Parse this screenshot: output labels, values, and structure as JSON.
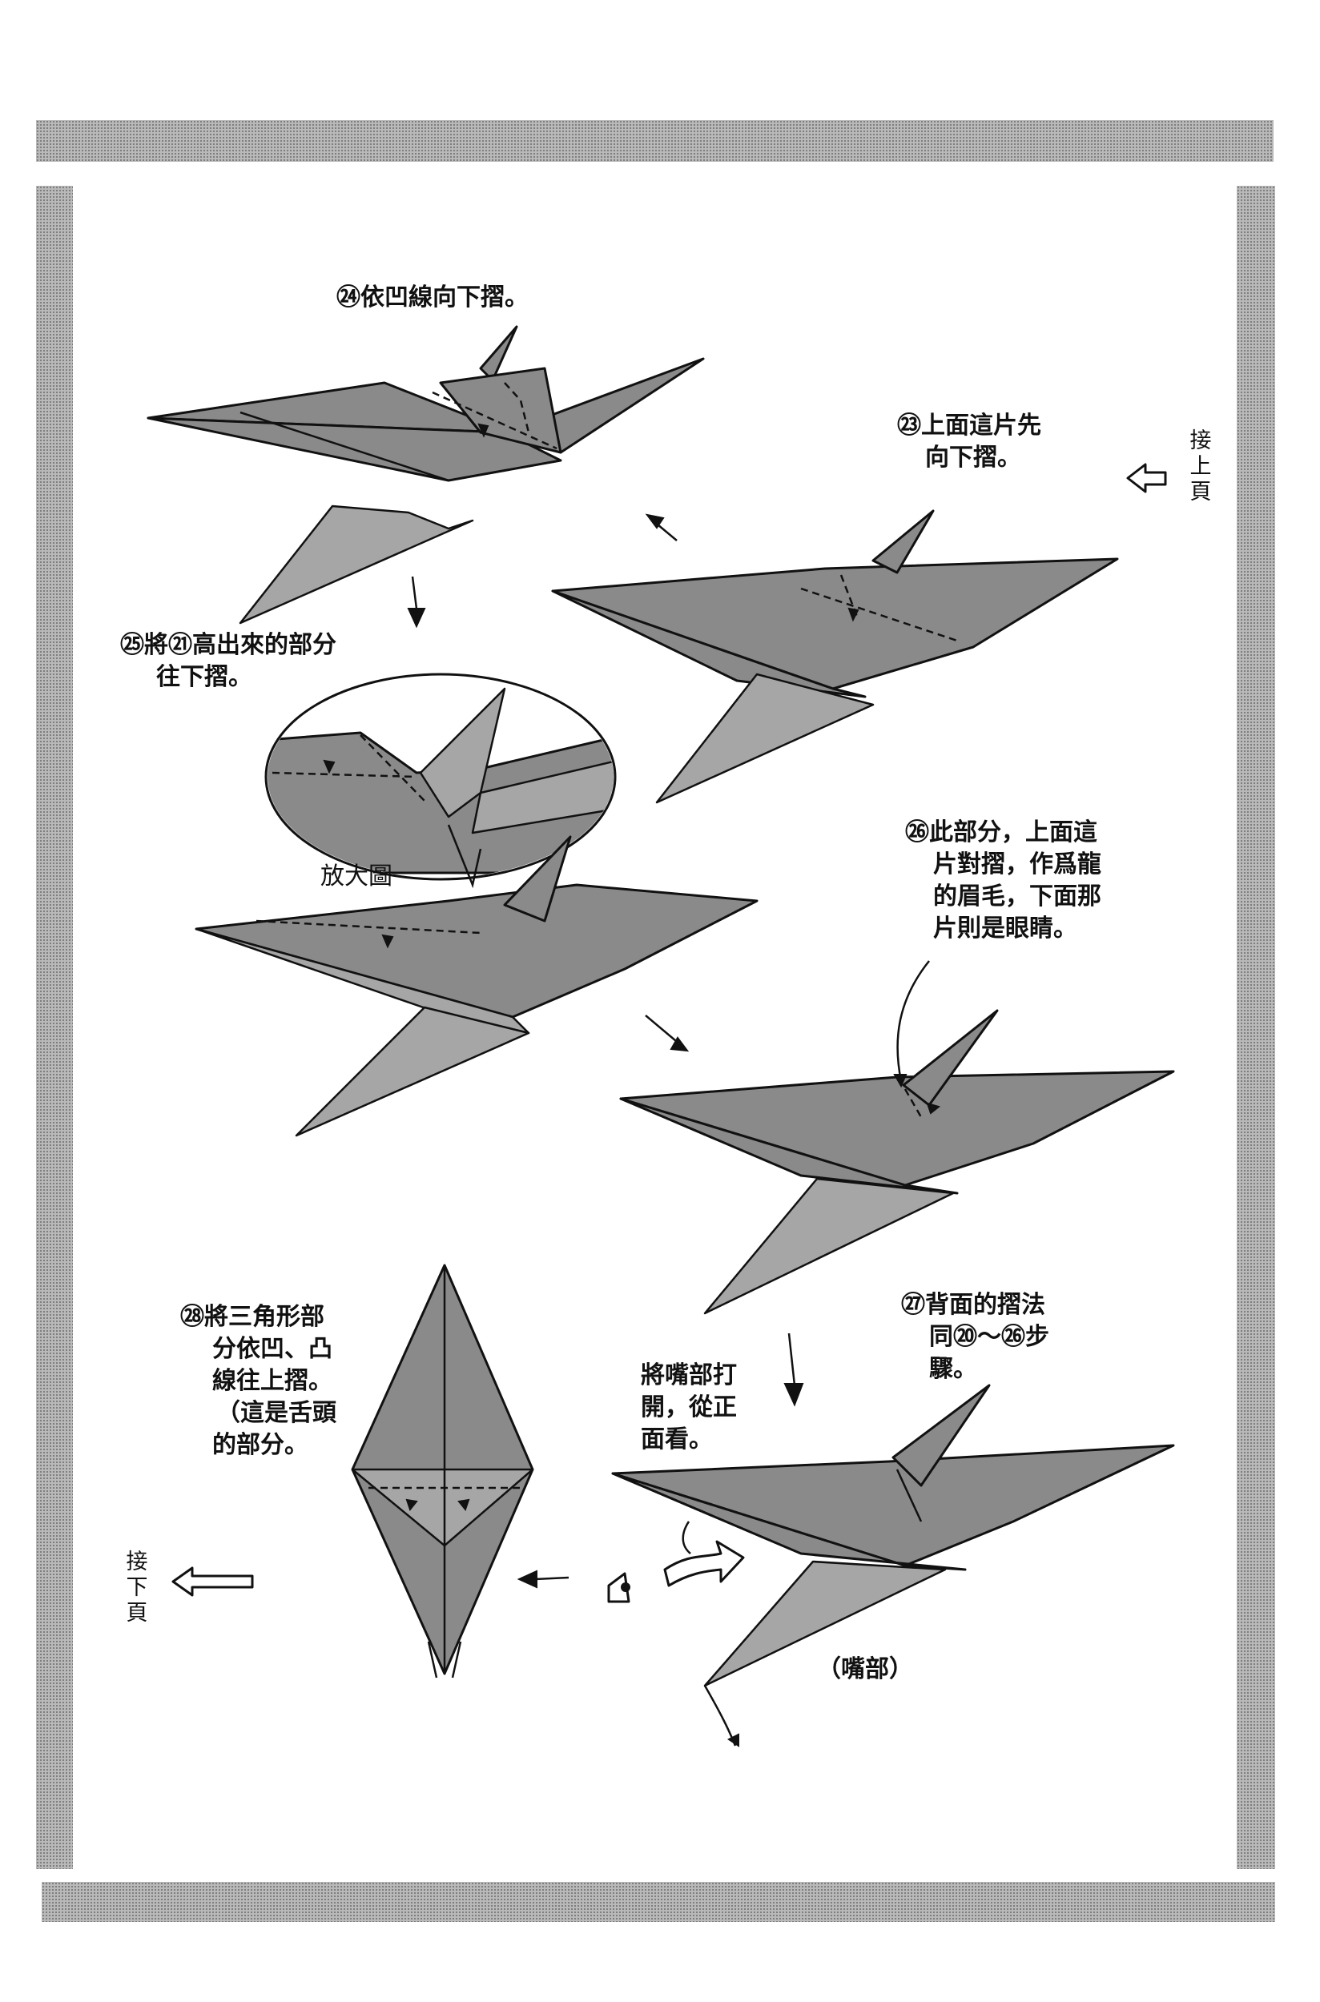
{
  "steps": {
    "s23": "㉓上面這片先",
    "s23b": "向下摺。",
    "s24": "㉔依凹線向下摺。",
    "s25": "㉕將㉑高出來的部分",
    "s25b": "往下摺。",
    "s26a": "㉖此部分，上面這",
    "s26b": "片對摺，作爲龍",
    "s26c": "的眉毛，下面那",
    "s26d": "片則是眼睛。",
    "s27a": "㉗背面的摺法",
    "s27b": "同⑳～㉖步",
    "s27c": "驟。",
    "s28a": "㉘將三角形部",
    "s28b": "分依凹、凸",
    "s28c": "線往上摺。",
    "s28d": "（這是舌頭",
    "s28e": "的部分。",
    "mouth_a": "將嘴部打",
    "mouth_b": "開，從正",
    "mouth_c": "面看。"
  },
  "labels": {
    "enlarged": "放大圖",
    "mouth": "（嘴部）",
    "prev_page": "接上頁",
    "next_page": "接下頁"
  },
  "colors": {
    "paper_fill": "#8a8a8a",
    "frame": "#b9b9b9",
    "ink": "#111111"
  }
}
